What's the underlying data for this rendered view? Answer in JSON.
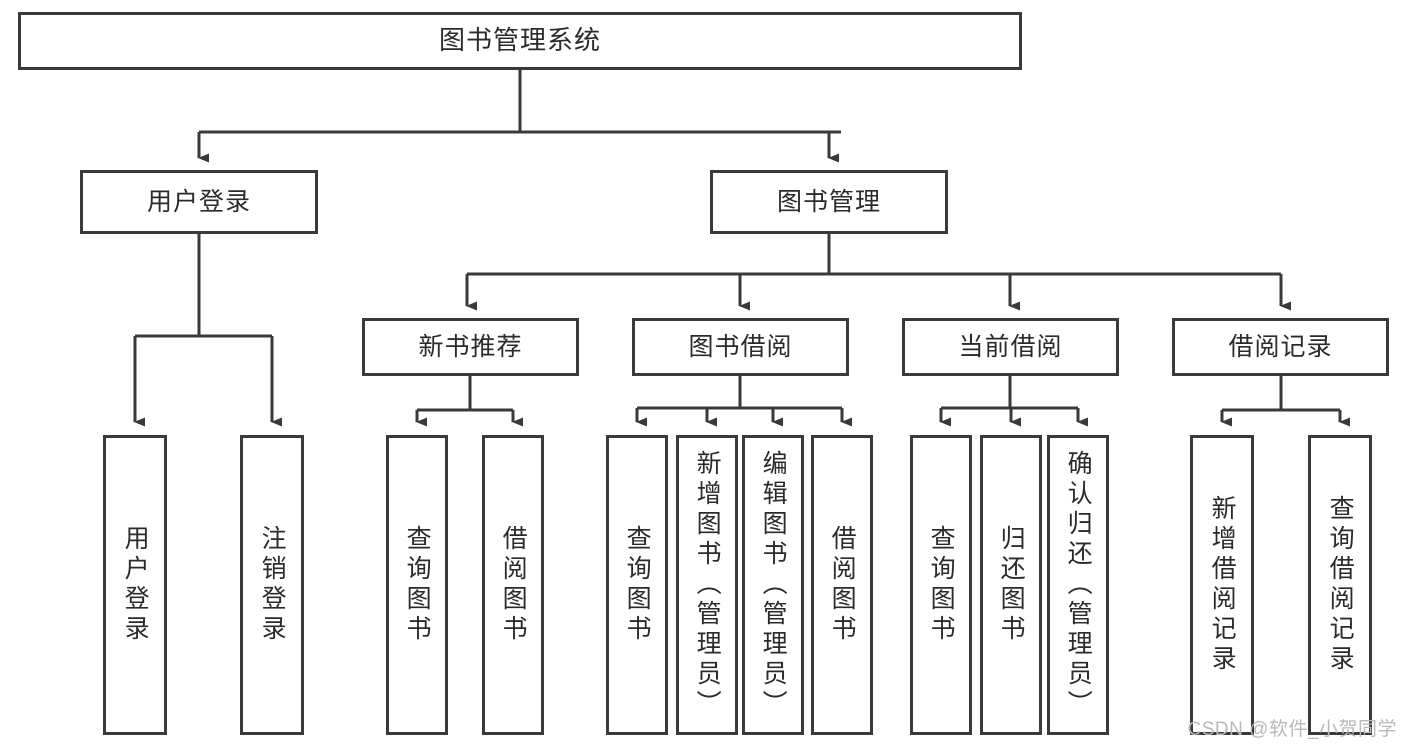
{
  "diagram": {
    "type": "tree-hierarchy",
    "title": "图书管理系统",
    "root": {
      "label": "图书管理系统"
    },
    "level2": [
      {
        "id": "user-login",
        "label": "用户登录"
      },
      {
        "id": "book-manage",
        "label": "图书管理"
      }
    ],
    "level3": [
      {
        "id": "new-book-recommend",
        "label": "新书推荐",
        "parent": "book-manage"
      },
      {
        "id": "book-borrow",
        "label": "图书借阅",
        "parent": "book-manage"
      },
      {
        "id": "current-borrow",
        "label": "当前借阅",
        "parent": "book-manage"
      },
      {
        "id": "borrow-record",
        "label": "借阅记录",
        "parent": "book-manage"
      }
    ],
    "leaves": [
      {
        "id": "leaf-user-login",
        "label": "用户登录",
        "parent": "user-login"
      },
      {
        "id": "leaf-logout-login",
        "label": "注销登录",
        "parent": "user-login"
      },
      {
        "id": "leaf-query-book-1",
        "label": "查询图书",
        "parent": "new-book-recommend"
      },
      {
        "id": "leaf-borrow-book-1",
        "label": "借阅图书",
        "parent": "new-book-recommend"
      },
      {
        "id": "leaf-query-book-2",
        "label": "查询图书",
        "parent": "book-borrow"
      },
      {
        "id": "leaf-add-book",
        "label": "新增图书（管理员）",
        "parent": "book-borrow"
      },
      {
        "id": "leaf-edit-book",
        "label": "编辑图书（管理员）",
        "parent": "book-borrow"
      },
      {
        "id": "leaf-borrow-book-2",
        "label": "借阅图书",
        "parent": "book-borrow"
      },
      {
        "id": "leaf-query-book-3",
        "label": "查询图书",
        "parent": "current-borrow"
      },
      {
        "id": "leaf-return-book",
        "label": "归还图书",
        "parent": "current-borrow"
      },
      {
        "id": "leaf-confirm-return",
        "label": "确认归还（管理员）",
        "parent": "current-borrow"
      },
      {
        "id": "leaf-add-record",
        "label": "新增借阅记录",
        "parent": "borrow-record"
      },
      {
        "id": "leaf-query-record",
        "label": "查询借阅记录",
        "parent": "borrow-record"
      }
    ],
    "colors": {
      "border": "#3a3a3a",
      "text": "#2b2b2b",
      "background": "#ffffff",
      "connector": "#3a3a3a",
      "watermark": "#b9b9b9"
    }
  },
  "watermark": {
    "text": "CSDN @软件_小贺同学"
  }
}
